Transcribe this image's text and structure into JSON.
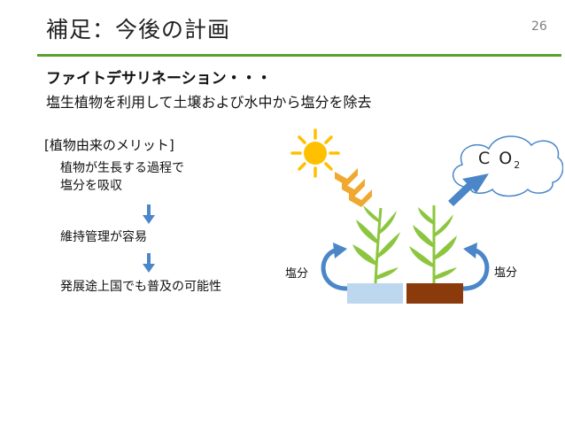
{
  "slide": {
    "title": "補足：今後の計画",
    "page_number": "26"
  },
  "content": {
    "heading": "ファイトデサリネーション・・・",
    "subheading": "塩生植物を利用して土壌および水中から塩分を除去",
    "merit_heading": "[植物由来のメリット]",
    "steps": [
      [
        "植物が生長する過程で",
        "塩分を吸収"
      ],
      [
        "維持管理が容易"
      ],
      [
        "発展途上国でも普及の可能性"
      ]
    ]
  },
  "diagram": {
    "salt_left": "塩分",
    "salt_right": "塩分",
    "co2": "C O",
    "co2_sub": "2",
    "colors": {
      "accent_rule": "#5aa02c",
      "flow_arrow": "#4a86c8",
      "sun": "#ffc000",
      "sunlight_chevrons": "#f0a830",
      "plant": "#8cc63e",
      "water": "#bdd7ee",
      "soil": "#8b3a0c"
    }
  }
}
